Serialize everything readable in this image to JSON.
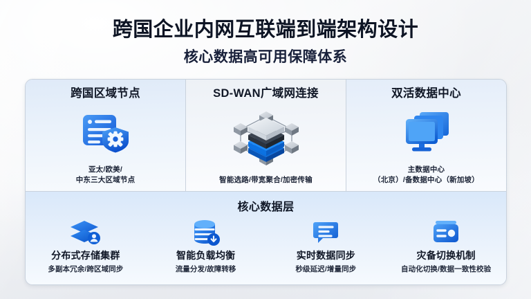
{
  "colors": {
    "accent_blue": "#1a73e8",
    "deep_blue": "#0b57d0",
    "light_blue": "#4a9bf5",
    "panel_border": "#c9d2dd",
    "text_dark": "#101726"
  },
  "heading": {
    "title": "跨国企业内网互联端到端架构设计",
    "subtitle": "核心数据高可用保障体系"
  },
  "top_panels": [
    {
      "title": "跨国区域节点",
      "icon": "document-shield-gear-icon",
      "desc_line1": "亚太/欧美/",
      "desc_line2": "中东三大区域节点"
    },
    {
      "title": "SD-WAN广域网连接",
      "icon": "isometric-network-stack-icon",
      "desc_line1": "智能选路/带宽聚合/加密传输",
      "desc_line2": ""
    },
    {
      "title": "双活数据中心",
      "icon": "dual-monitor-icon",
      "desc_line1": "主数据中心",
      "desc_line2": "（北京）/备数据中心（新加坡）"
    }
  ],
  "bottom_band": {
    "title": "核心数据层",
    "items": [
      {
        "icon": "stacked-layers-storage-icon",
        "label": "分布式存储集群",
        "sub": "多副本冗余/跨区域同步"
      },
      {
        "icon": "database-download-icon",
        "label": "智能负载均衡",
        "sub": "流量分发/故障转移"
      },
      {
        "icon": "speech-bubble-lines-icon",
        "label": "实时数据同步",
        "sub": "秒级延迟/增量同步"
      },
      {
        "icon": "id-card-switch-icon",
        "label": "灾备切换机制",
        "sub": "自动化切换/数据一致性校验"
      }
    ]
  }
}
